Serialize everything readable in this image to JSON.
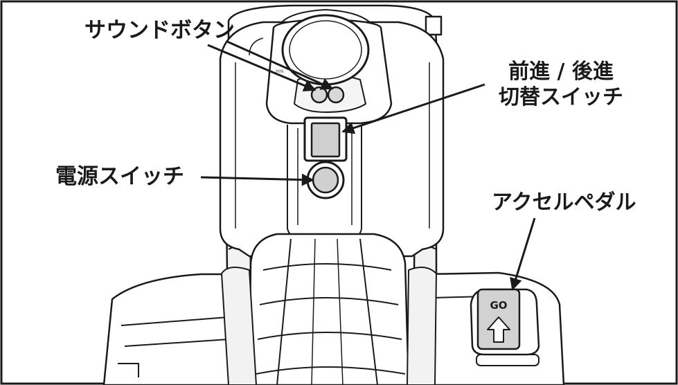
{
  "labels": {
    "sound_button": "サウンドボタン",
    "direction_switch_line1": "前進 / 後進",
    "direction_switch_line2": "切替スイッチ",
    "power_switch": "電源スイッチ",
    "accelerator_pedal": "アクセルペダル"
  },
  "pedal": {
    "go_label": "GO"
  },
  "colors": {
    "outline": "#1a1a1a",
    "body_fill": "#ffffff",
    "shade_light": "#e6e6e6",
    "shade_mid": "#cfcfcf",
    "shade_dark": "#9a9a9a"
  },
  "icons": {
    "pedal_arrow": "arrow-up-icon"
  }
}
